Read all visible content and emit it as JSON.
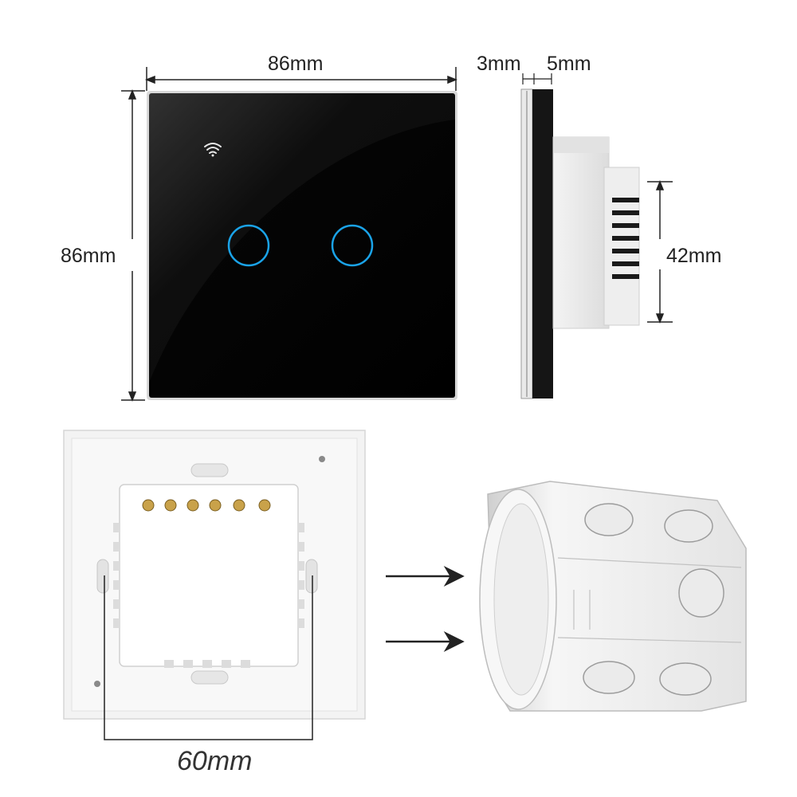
{
  "dimensions": {
    "front_width": "86mm",
    "front_height": "86mm",
    "glass_thickness": "3mm",
    "frame_thickness": "5mm",
    "back_depth": "42mm",
    "mount_spacing": "60mm"
  },
  "colors": {
    "panel": "#000000",
    "touch_ring": "#1aa3e8",
    "plastic": "#f2f2f2",
    "line": "#222222"
  },
  "icons": {
    "wifi": "wifi-icon",
    "arrow": "arrow-right-icon"
  }
}
